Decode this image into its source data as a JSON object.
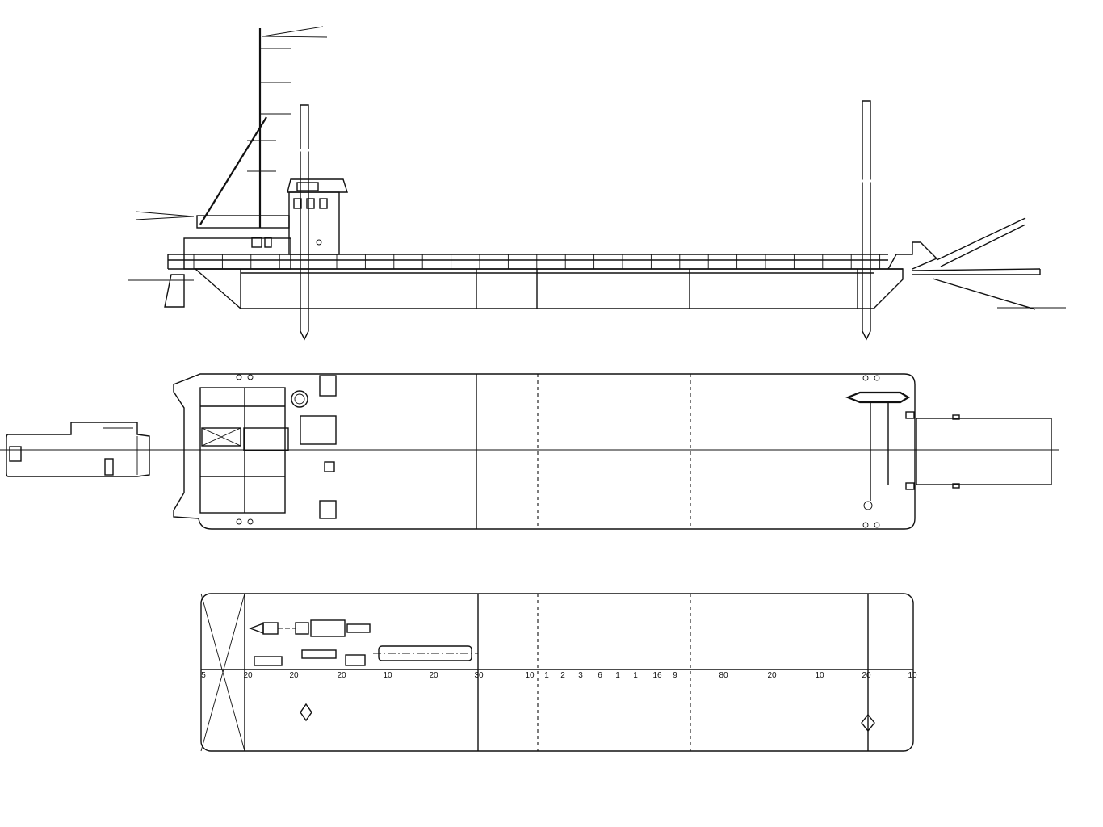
{
  "drawing": {
    "views": [
      "profile",
      "main-deck-plan",
      "hold-plan"
    ],
    "frame_labels": [
      "5",
      "20",
      "20",
      "20",
      "10",
      "20",
      "30",
      "10",
      "1",
      "2",
      "3",
      "6",
      "1",
      "1",
      "16",
      "9",
      "80",
      "20",
      "10",
      "20",
      "10"
    ]
  }
}
